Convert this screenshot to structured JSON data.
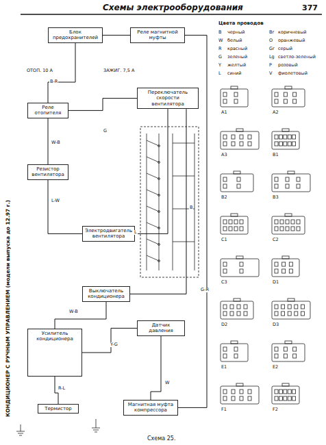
{
  "diagram": {
    "title": "Схемы электрооборудования",
    "caption": "Схема 25.",
    "nodes": [
      {
        "text": [
          "Блок предохранителей"
        ]
      },
      {
        "text": [
          "Реле магнитной муфты"
        ]
      },
      {
        "text": [
          "Реле отопителя"
        ]
      },
      {
        "text": [
          "Переключатель скорости вентилятора"
        ]
      },
      {
        "text": [
          "Резистор вентилятора"
        ]
      },
      {
        "text": [
          "Электродвигатель вентилятора"
        ]
      },
      {
        "text": [
          "Выключатель кондиционера"
        ]
      },
      {
        "text": [
          "Усилитель кондиционера"
        ]
      },
      {
        "text": [
          "Датчик давления"
        ]
      },
      {
        "text": [
          "Термистор"
        ]
      },
      {
        "text": [
          "Магнитная муфта компрессора"
        ]
      }
    ],
    "edges": [
      {
        "from": 0,
        "to": 2,
        "arrow": "none"
      },
      {
        "from": 2,
        "to": 4,
        "arrow": "none"
      },
      {
        "from": 4,
        "to": 5,
        "arrow": "none"
      },
      {
        "from": 5,
        "to": 3,
        "arrow": "none"
      },
      {
        "from": 2,
        "to": 3,
        "arrow": "none"
      },
      {
        "from": 3,
        "to": 6,
        "arrow": "none"
      },
      {
        "from": 6,
        "to": 7,
        "arrow": "none"
      },
      {
        "from": 7,
        "to": 8,
        "arrow": "none"
      },
      {
        "from": 7,
        "to": 9,
        "arrow": "none"
      },
      {
        "from": 1,
        "to": 10,
        "arrow": "none"
      },
      {
        "from": 8,
        "to": 10,
        "arrow": "none"
      },
      {
        "from": 0,
        "to": 1,
        "arrow": "none"
      }
    ],
    "labels": [
      "КОНДИЦИОНЕР С РУЧНЫМ УПРАВЛЕНИЕМ (модели выпуска до 12.97 г.)",
      "377",
      "Цвета проводов",
      "B",
      "черный",
      "W",
      "белый",
      "R",
      "красный",
      "G",
      "зеленый",
      "Y",
      "желтый",
      "L",
      "синий",
      "Br",
      "коричневый",
      "O",
      "оранжевый",
      "Gr",
      "серый",
      "Lg",
      "светло-зеленый",
      "P",
      "розовый",
      "V",
      "фиолетовый",
      "A1",
      "A2",
      "A3",
      "B1",
      "B2",
      "B3",
      "C1",
      "C2",
      "C3",
      "D1",
      "D2",
      "D3",
      "E1",
      "E2",
      "F1",
      "F2",
      "B-R",
      "W-B",
      "L-W",
      "G",
      "L",
      "B",
      "W-B",
      "Y-G",
      "R-L",
      "G-R",
      "W",
      "ОТОП. 10 A",
      "ЗАЖИГ. 7,5 A"
    ]
  }
}
